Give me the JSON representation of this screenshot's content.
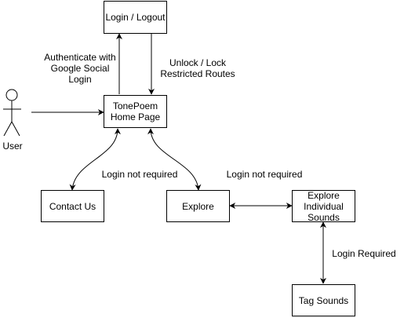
{
  "nodes": {
    "login_logout": "Login / Logout",
    "home_line1": "TonePoem",
    "home_line2": "Home Page",
    "contact_us": "Contact Us",
    "explore": "Explore",
    "explore_sounds_line1": "Explore",
    "explore_sounds_line2": "Individual",
    "explore_sounds_line3": "Sounds",
    "tag_sounds": "Tag Sounds",
    "user": "User"
  },
  "edge_labels": {
    "authenticate_line1": "Authenticate with",
    "authenticate_line2": "Google Social",
    "authenticate_line3": "Login",
    "unlock_line1": "Unlock / Lock",
    "unlock_line2": "Restricted Routes",
    "login_not_required_contact": "Login not required",
    "login_not_required_explore": "Login not required",
    "login_required": "Login Required"
  },
  "colors": {
    "stroke": "#000000",
    "background": "#ffffff"
  }
}
